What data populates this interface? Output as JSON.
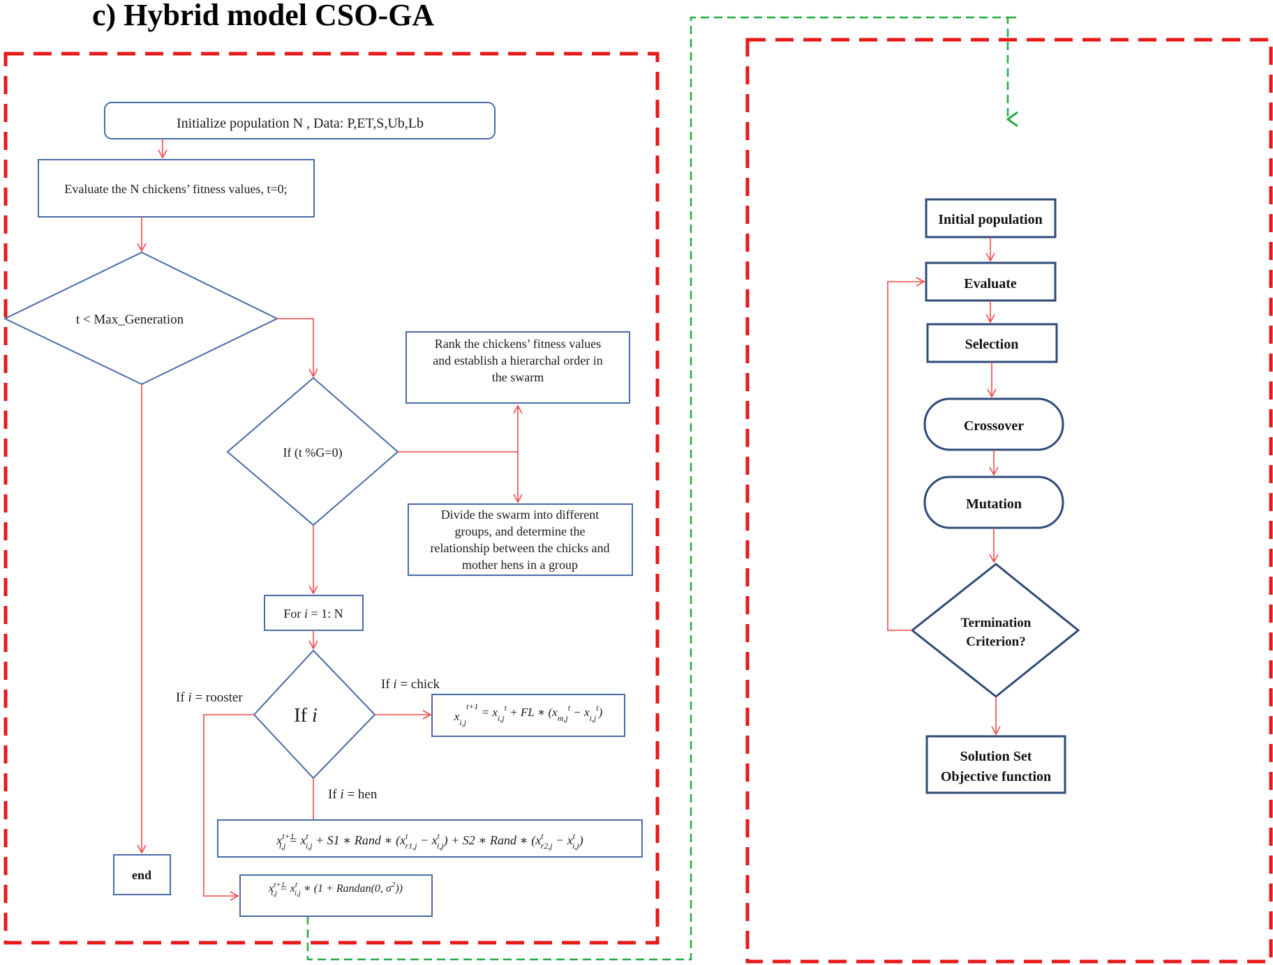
{
  "title": "c) Hybrid model CSO-GA",
  "cso": {
    "init": "Initialize population N , Data: P,ET,S,Ub,Lb",
    "evaluate": "Evaluate the N chickens’ fitness values, t=0;",
    "loop_condition": "t < Max_Generation",
    "g_condition": "If (t %G=0)",
    "rank": [
      "Rank the chickens’ fitness values",
      "and establish a hierarchal order in",
      "the swarm"
    ],
    "divide": [
      "Divide the swarm into different",
      "groups, and determine the",
      "relationship between the chicks and",
      "mother hens in a group"
    ],
    "for_loop": "For i = 1: N",
    "if_i": "If i",
    "label_rooster": "If i = rooster",
    "label_chick": "If i = chick",
    "label_hen": "If i = hen",
    "chick_formula": "x_{i,j}^{t+1} = x_{i,j}^{t} + FL * (x_{m,j}^{t} − x_{i,j}^{t})",
    "hen_formula": "x_{i,j}^{t+1} = x_{i,j}^{t} + S1 * Rand * (x_{r1,j}^{t} − x_{i,j}^{t}) + S2 * Rand * (x_{r2,j}^{t} − x_{i,j}^{t})",
    "rooster_formula": "x_{i,j}^{t+1} = x_{i,j}^{t} * (1 + Randan(0, σ^2))",
    "end": "end"
  },
  "ga": {
    "initial_population": "Initial population",
    "evaluate": "Evaluate",
    "selection": "Selection",
    "crossover": "Crossover",
    "mutation": "Mutation",
    "termination": [
      "Termination",
      "Criterion?"
    ],
    "solution": [
      "Solution Set",
      "Objective function"
    ]
  },
  "colors": {
    "frame": "#e81818",
    "link": "#22aa44",
    "arrow": "#f04848",
    "box_border": "#4a6aa8",
    "ga_border": "#2e4a78"
  }
}
